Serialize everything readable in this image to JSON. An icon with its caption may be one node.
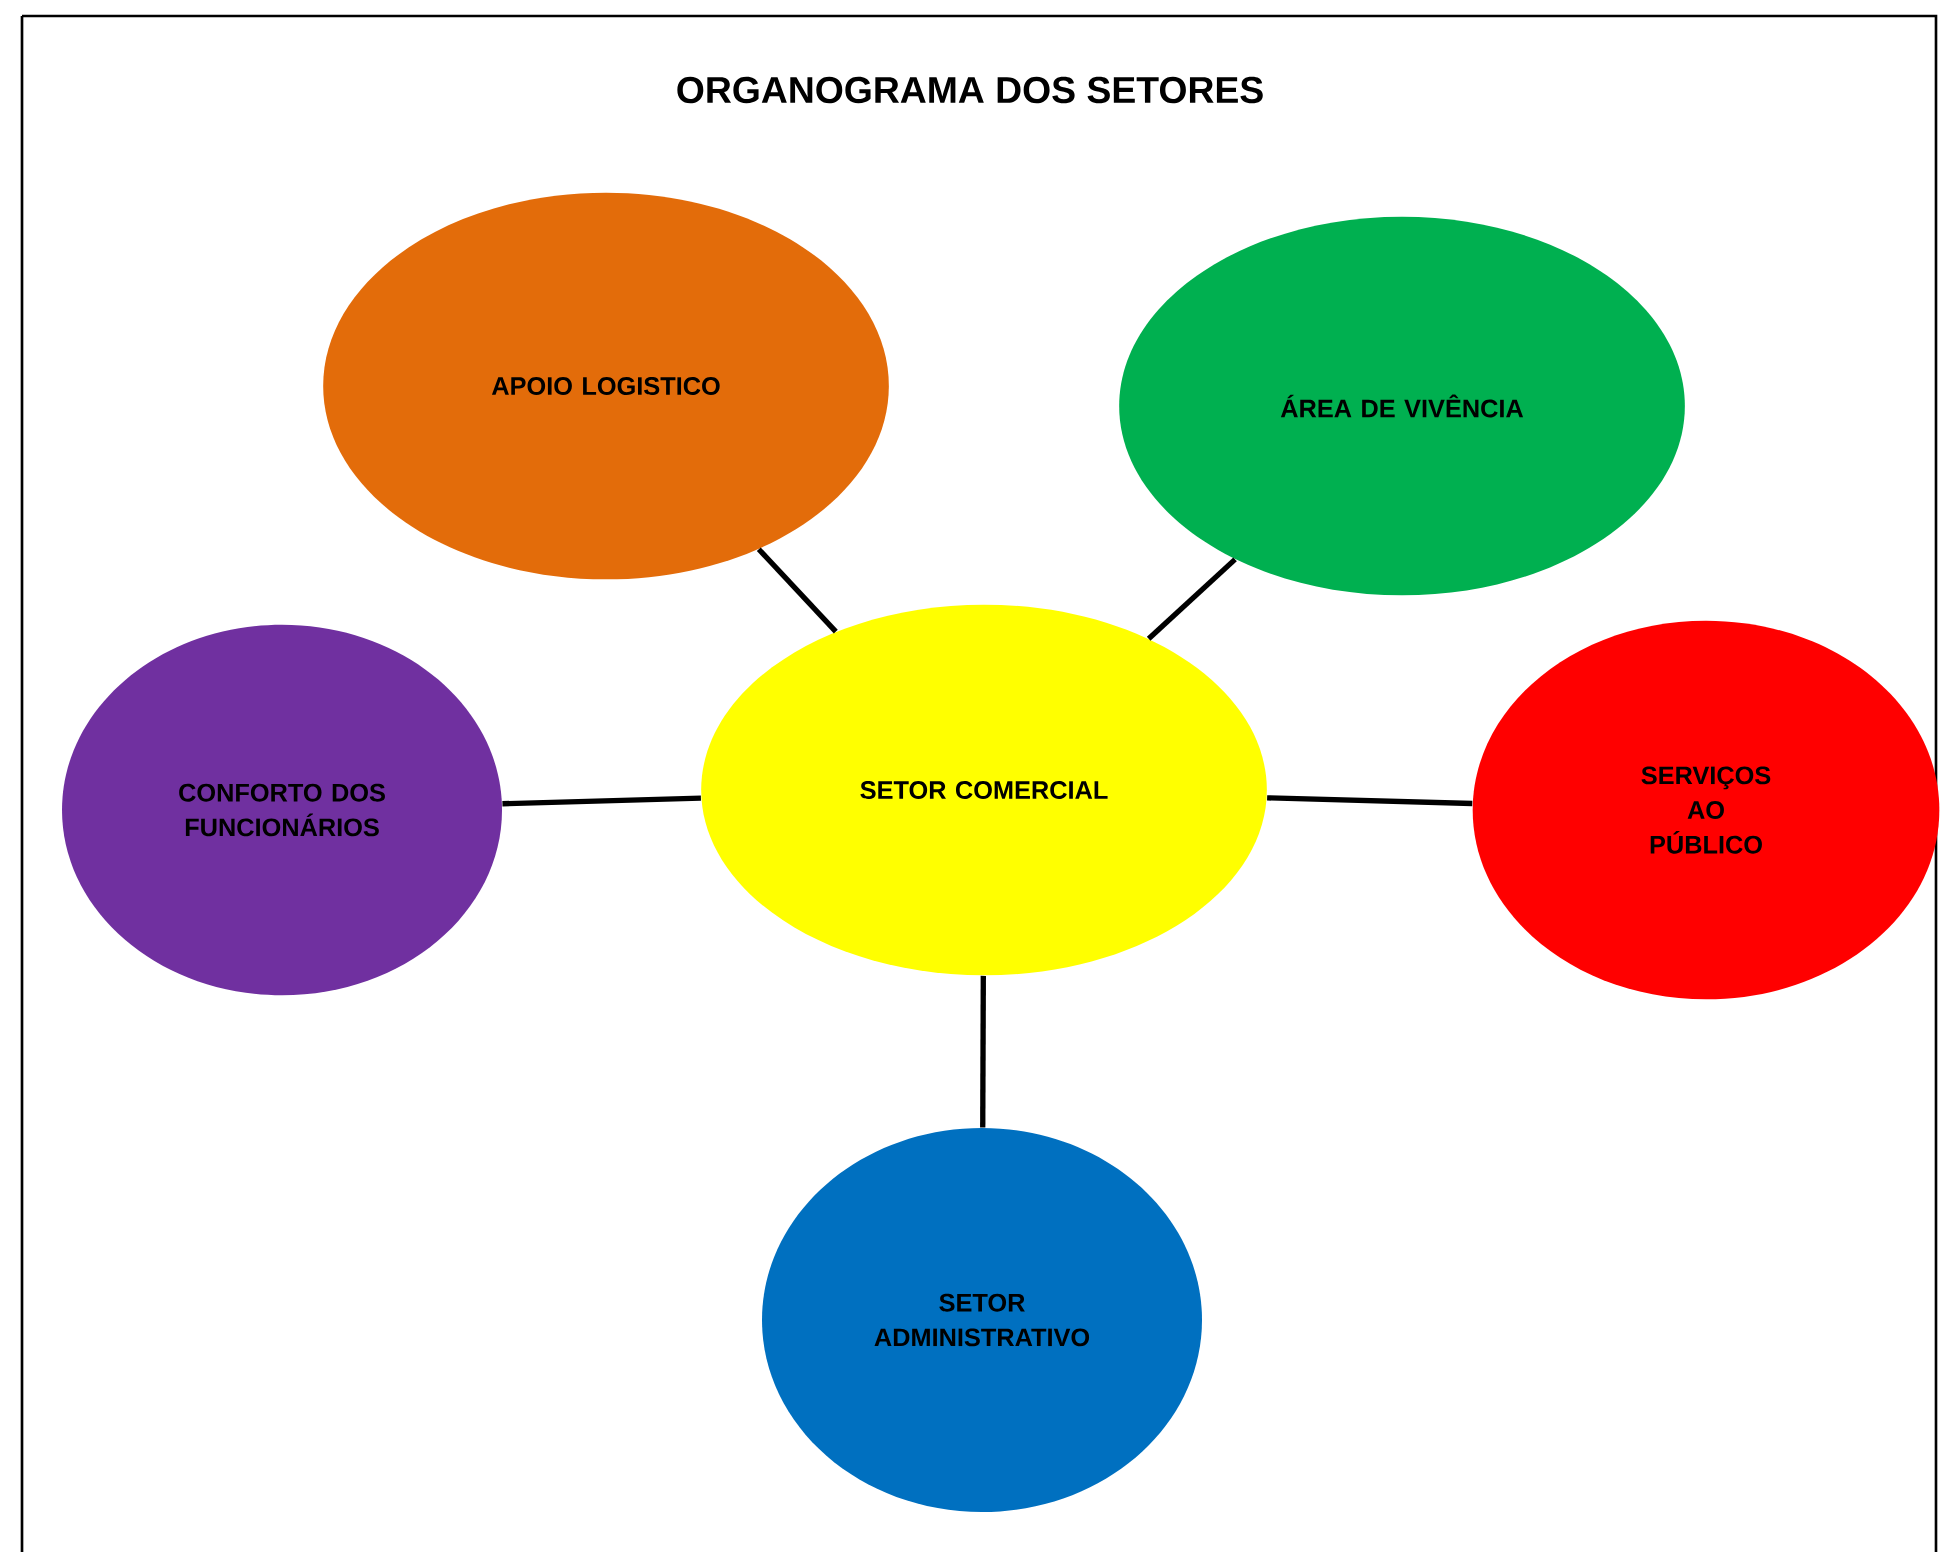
{
  "diagram": {
    "title": "ORGANOGRAMA DOS SETORES",
    "nodes": [
      {
        "text": [
          "APOIO LOGISTICO"
        ]
      },
      {
        "text": [
          "ÁREA DE VIVÊNCIA"
        ]
      },
      {
        "text": [
          "CONFORTO DOS FUNCIONÁRIOS"
        ]
      },
      {
        "text": [
          "SETOR COMERCIAL"
        ]
      },
      {
        "text": [
          "SERVIÇOS AO PÚBLICO"
        ]
      },
      {
        "text": [
          "SETOR ADMINISTRATIVO"
        ]
      }
    ],
    "edges": [
      {
        "from": 3,
        "to": 0,
        "arrow": "none"
      },
      {
        "from": 3,
        "to": 1,
        "arrow": "none"
      },
      {
        "from": 3,
        "to": 2,
        "arrow": "none"
      },
      {
        "from": 3,
        "to": 4,
        "arrow": "none"
      },
      {
        "from": 3,
        "to": 5,
        "arrow": "none"
      }
    ]
  }
}
